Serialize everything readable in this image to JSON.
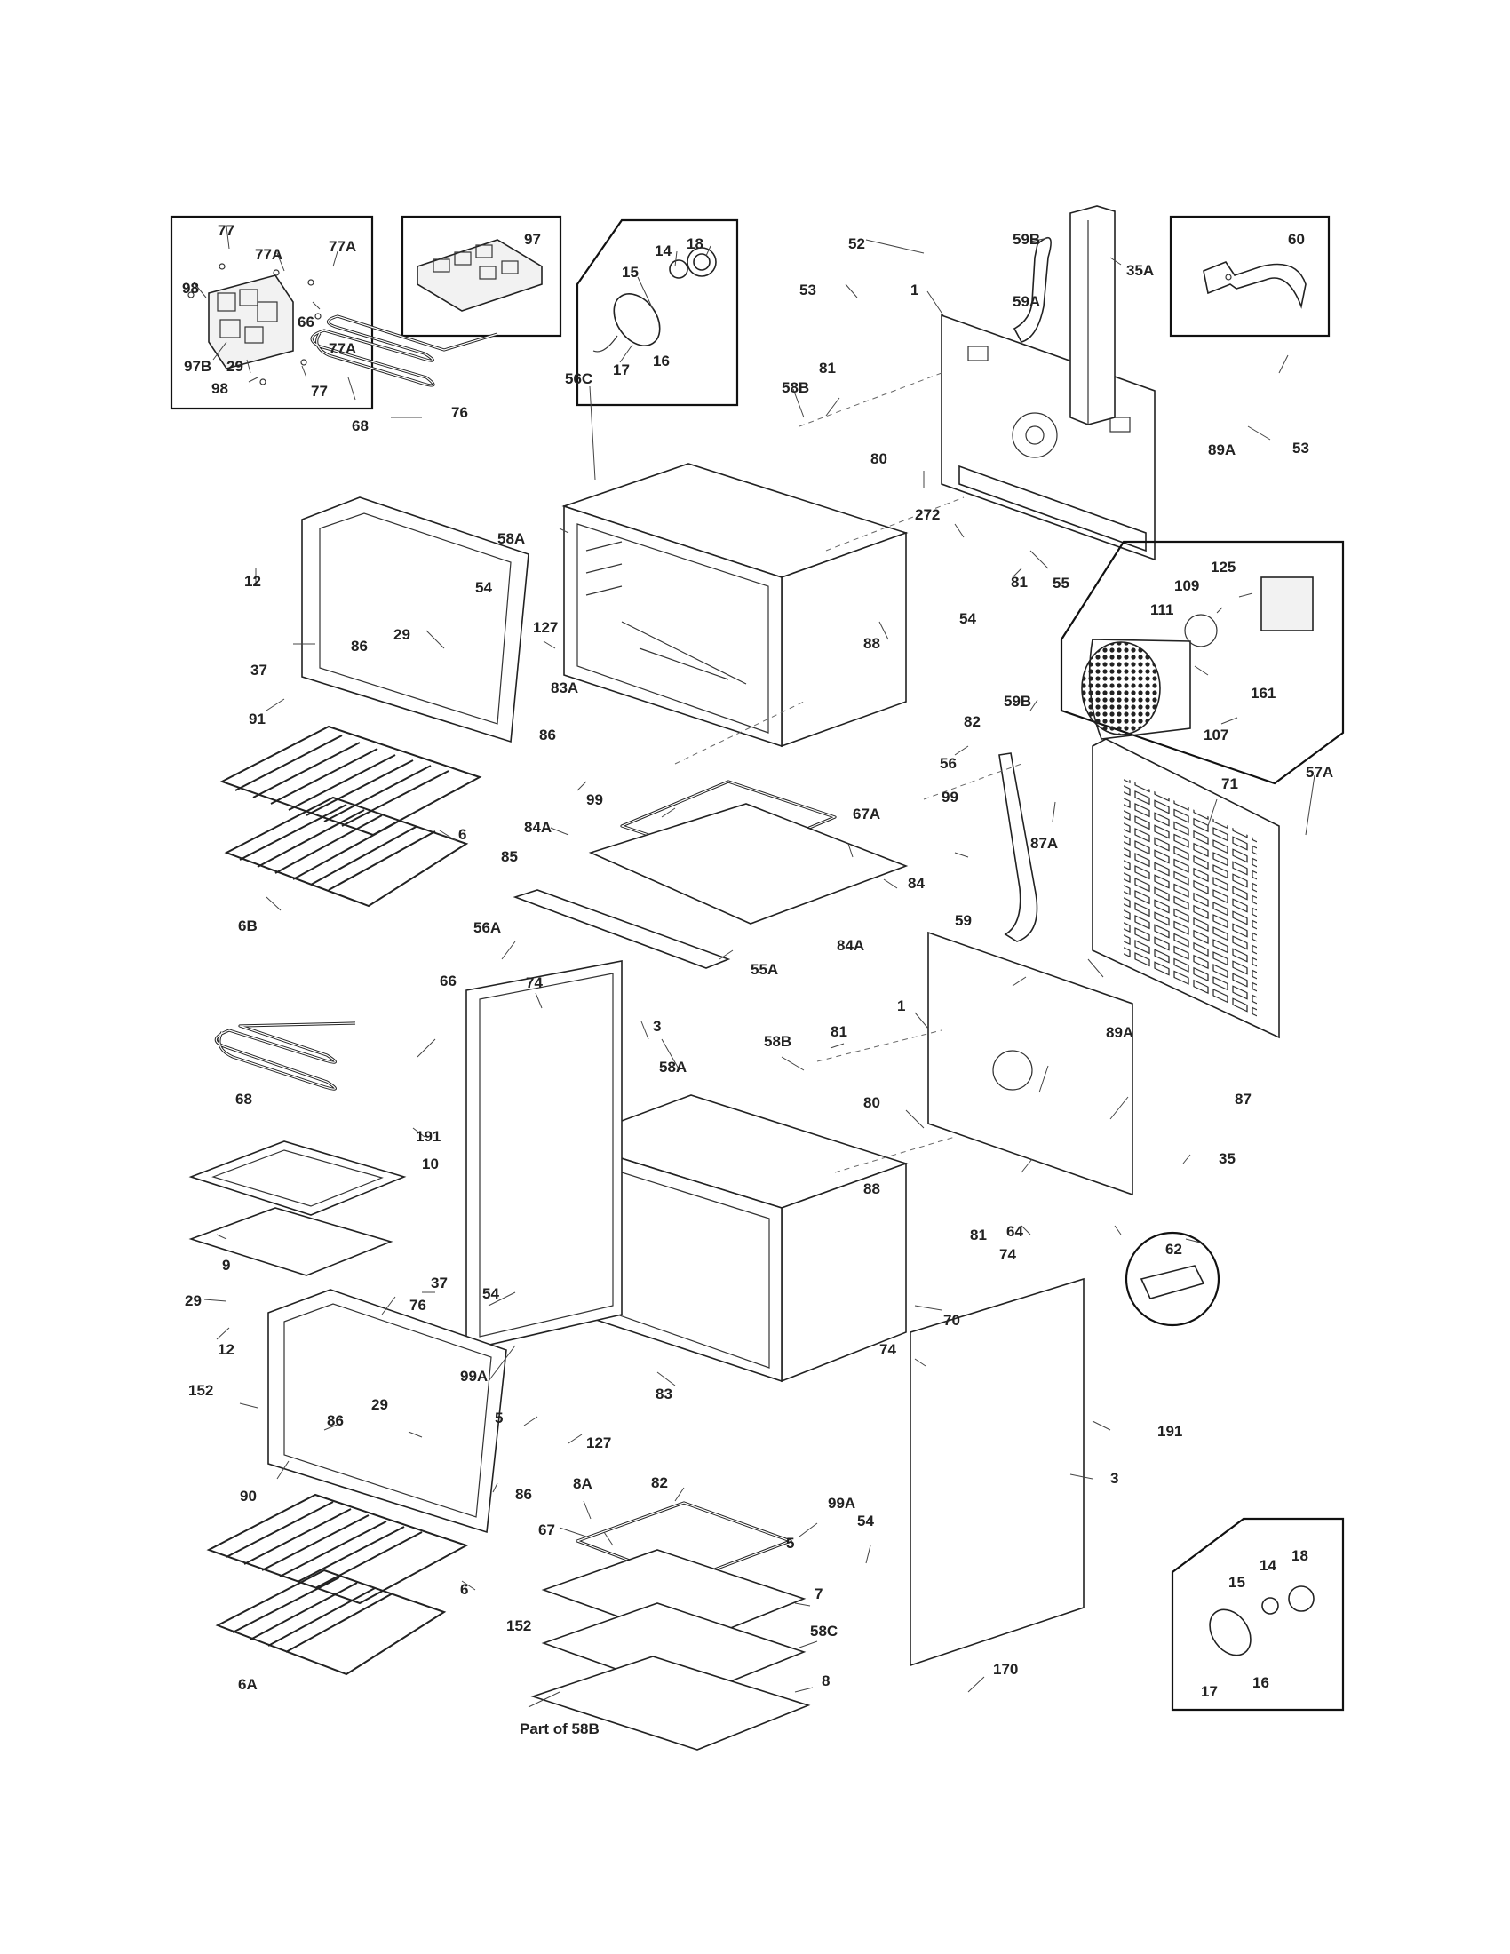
{
  "labels": {
    "l_77a": "77",
    "l_77b": "77A",
    "l_77c": "77A",
    "l_98a": "98",
    "l_77d": "77A",
    "l_97b": "97B",
    "l_98b": "98",
    "l_77e": "77",
    "l_97": "97",
    "l_18a": "18",
    "l_14a": "14",
    "l_15a": "15",
    "l_17a": "17",
    "l_16a": "16",
    "l_52": "52",
    "l_59b": "59B",
    "l_35a": "35A",
    "l_60": "60",
    "l_53a": "53",
    "l_59a": "59A",
    "l_1a": "1",
    "l_58b": "58B",
    "l_81a": "81",
    "l_89a": "89A",
    "l_53b": "53",
    "l_56c": "56C",
    "l_66a": "66",
    "l_29a": "29",
    "l_68a": "68",
    "l_76a": "76",
    "l_58a": "58A",
    "l_80a": "80",
    "l_272": "272",
    "l_12a": "12",
    "l_54a": "54",
    "l_81b": "81",
    "l_55": "55",
    "l_125": "125",
    "l_109": "109",
    "l_111": "111",
    "l_127a": "127",
    "l_86a": "86",
    "l_29b": "29",
    "l_88a": "88",
    "l_37a": "37",
    "l_83a": "83A",
    "l_54b": "54",
    "l_161": "161",
    "l_91": "91",
    "l_86b": "86",
    "l_107": "107",
    "l_59b2": "59B",
    "l_82a": "82",
    "l_57a": "57A",
    "l_71": "71",
    "l_99a": "99",
    "l_56": "56",
    "l_6a": "6",
    "l_84a": "84A",
    "l_67a": "67A",
    "l_99b": "99",
    "l_87a": "87A",
    "l_85": "85",
    "l_84": "84",
    "l_6b": "6B",
    "l_56a": "56A",
    "l_59": "59",
    "l_84a2": "84A",
    "l_55a": "55A",
    "l_66b": "66",
    "l_74a": "74",
    "l_3a": "3",
    "l_1b": "1",
    "l_89a2": "89A",
    "l_58b2": "58B",
    "l_81c": "81",
    "l_58a2": "58A",
    "l_68b": "68",
    "l_191a": "191",
    "l_87": "87",
    "l_80b": "80",
    "l_35": "35",
    "l_10": "10",
    "l_88b": "88",
    "l_81d": "81",
    "l_64": "64",
    "l_62": "62",
    "l_9": "9",
    "l_74b": "74",
    "l_37b": "37",
    "l_54c": "54",
    "l_70": "70",
    "l_29c": "29",
    "l_76b": "76",
    "l_12b": "12",
    "l_74c": "74",
    "l_99a2": "99A",
    "l_152a": "152",
    "l_86c": "86",
    "l_29d": "29",
    "l_83": "83",
    "l_5a": "5",
    "l_191b": "191",
    "l_127b": "127",
    "l_90": "90",
    "l_82b": "82",
    "l_3b": "3",
    "l_8a": "8A",
    "l_86d": "86",
    "l_99a3": "99A",
    "l_54d": "54",
    "l_67": "67",
    "l_5b": "5",
    "l_7": "7",
    "l_6c": "6",
    "l_152b": "152",
    "l_58c": "58C",
    "l_18b": "18",
    "l_14b": "14",
    "l_15b": "15",
    "l_6a2": "6A",
    "l_8": "8",
    "l_170": "170",
    "l_16b": "16",
    "l_17b": "17",
    "l_partof": "Part of 58B"
  }
}
